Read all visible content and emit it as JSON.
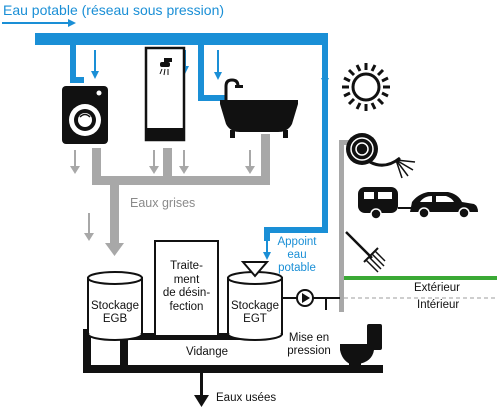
{
  "title": "Eau potable (réseau sous pression)",
  "labels": {
    "grey_water": "Eaux grises",
    "top_up": [
      "Appoint",
      "eau",
      "potable"
    ],
    "egb_tank": [
      "Stockage",
      "EGB"
    ],
    "treatment": [
      "Traite-",
      "ment",
      "de désin-",
      "fection"
    ],
    "egt_tank": [
      "Stockage",
      "EGT"
    ],
    "drain": "Vidange",
    "pressurize": [
      "Mise en",
      "pression"
    ],
    "exterior": "Extérieur",
    "interior": "Intérieur",
    "waste_water": "Eaux usées"
  },
  "icons": [
    "washing-machine-icon",
    "shower-icon",
    "bathtub-icon",
    "sun-icon",
    "hose-reel-icon",
    "car-with-caravan-icon",
    "rake-icon",
    "toilet-icon",
    "pump-icon"
  ],
  "colors": {
    "potable_water": "#1a8fd6",
    "grey_water": "#a8a8a8",
    "waste_water": "#111111",
    "exterior_line": "#3aa935"
  }
}
